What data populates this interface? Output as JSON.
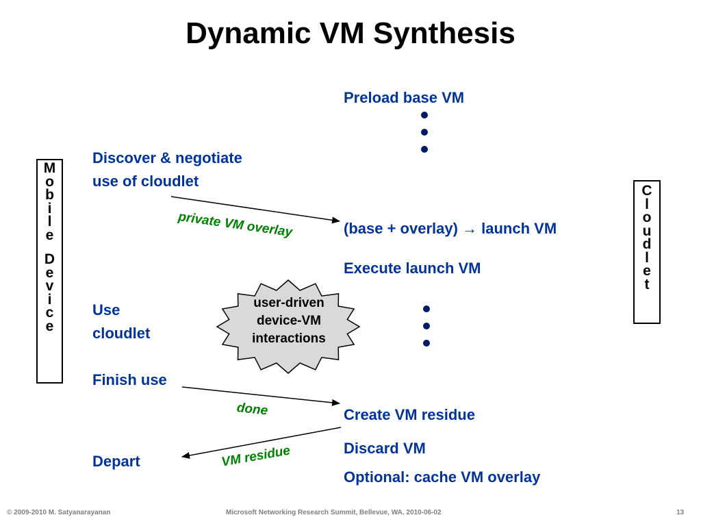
{
  "title": "Dynamic VM Synthesis",
  "mobile_device_label": "Mobile Device",
  "mobile_letters": [
    "M",
    "o",
    "b",
    "i",
    "l",
    "e",
    "",
    "D",
    "e",
    "v",
    "i",
    "c",
    "e"
  ],
  "cloudlet_label": "Cloudlet",
  "cloudlet_letters": [
    "C",
    "l",
    "o",
    "u",
    "d",
    "l",
    "e",
    "t"
  ],
  "left_steps": {
    "discover_line1": "Discover & negotiate",
    "discover_line2": "use of cloudlet",
    "use_line1": "Use",
    "use_line2": "cloudlet",
    "finish": "Finish use",
    "depart": "Depart"
  },
  "right_steps": {
    "preload": "Preload base VM",
    "launch": "(base + overlay) → launch VM",
    "execute": "Execute launch VM",
    "create_residue": "Create VM residue",
    "discard": "Discard VM",
    "cache": "Optional: cache VM overlay"
  },
  "arrow_labels": {
    "overlay": "private VM overlay",
    "done": "done",
    "residue": "VM residue"
  },
  "interaction_burst": {
    "line1": "user-driven",
    "line2": "device-VM",
    "line3": "interactions"
  },
  "colors": {
    "step_text": "#003399",
    "arrow_label": "#008000",
    "burst_fill": "#d9d9d9",
    "footer": "#7f7f7f"
  },
  "footer": {
    "copyright": "© 2009-2010  M. Satyanarayanan",
    "event": "Microsoft Networking Research Summit, Bellevue, WA,  2010-06-02",
    "page_number": "13"
  }
}
